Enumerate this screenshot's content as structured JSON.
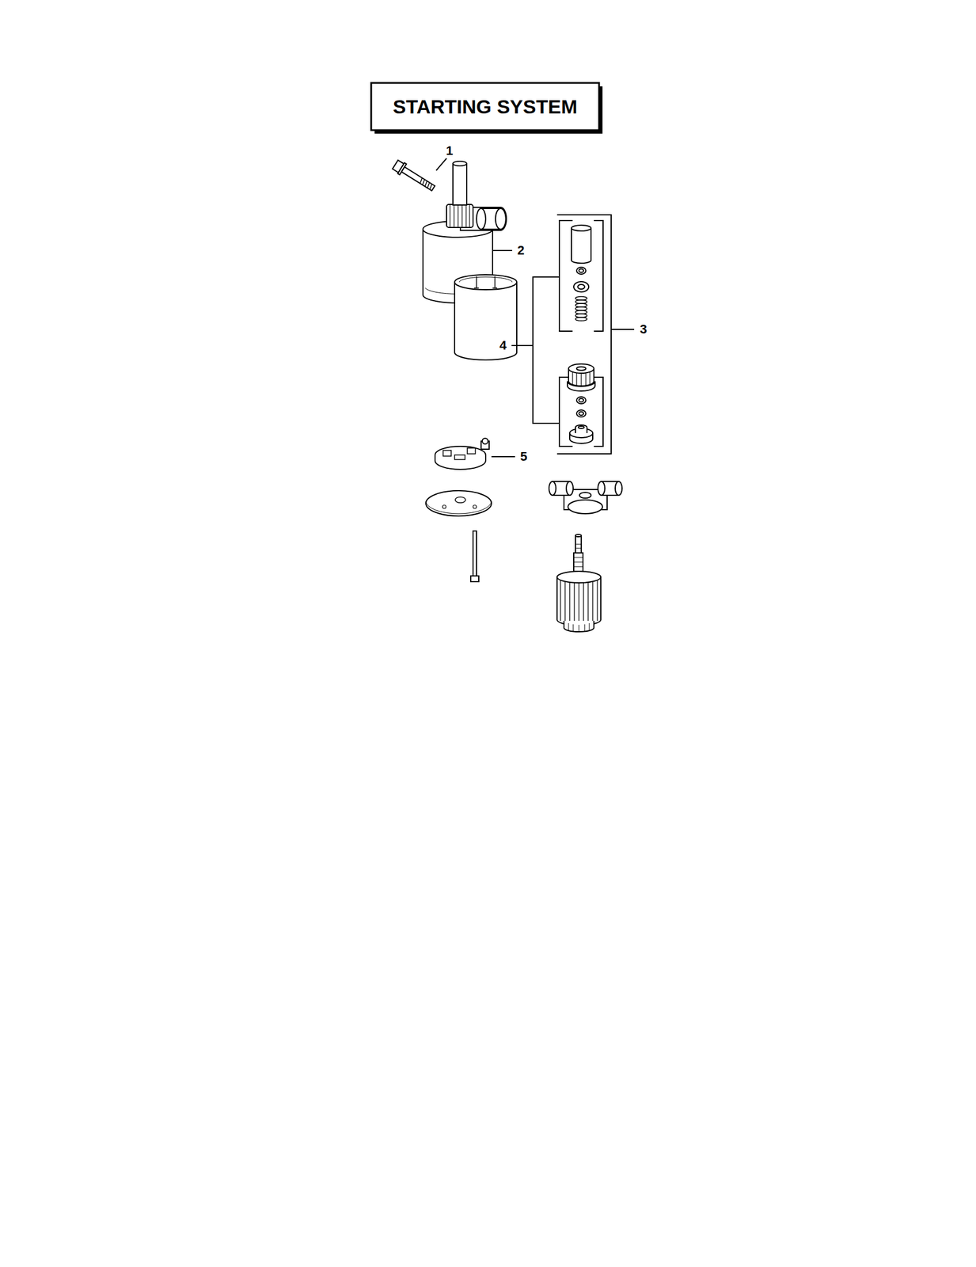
{
  "diagram": {
    "title": "STARTING SYSTEM",
    "labels": [
      "1",
      "2",
      "3",
      "4",
      "5"
    ]
  }
}
